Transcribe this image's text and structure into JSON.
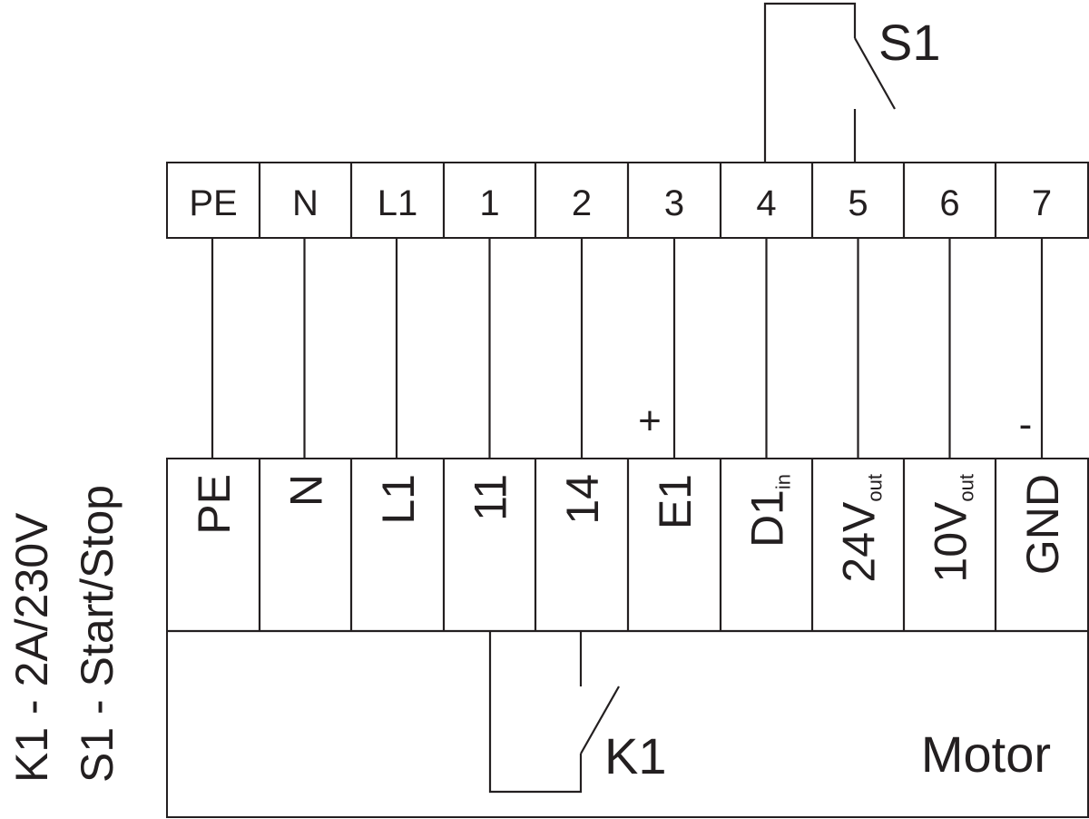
{
  "top_terminals": [
    "PE",
    "N",
    "L1",
    "1",
    "2",
    "3",
    "4",
    "5",
    "6",
    "7"
  ],
  "bottom_terminals": [
    {
      "main": "PE",
      "sub": ""
    },
    {
      "main": "N",
      "sub": ""
    },
    {
      "main": "L1",
      "sub": ""
    },
    {
      "main": "11",
      "sub": ""
    },
    {
      "main": "14",
      "sub": ""
    },
    {
      "main": "E1",
      "sub": ""
    },
    {
      "main": "D1",
      "sub": "in"
    },
    {
      "main": "24V",
      "sub": "out"
    },
    {
      "main": "10V",
      "sub": "out"
    },
    {
      "main": "GND",
      "sub": ""
    }
  ],
  "switch_s1": "S1",
  "switch_k1": "K1",
  "motor_label": "Motor",
  "polarity_plus": "+",
  "polarity_minus": "-",
  "legend": [
    "K1 - 2A/230V",
    "S1 - Start/Stop"
  ]
}
